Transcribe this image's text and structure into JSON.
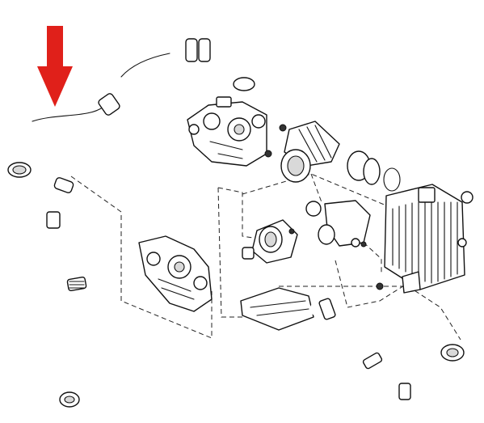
{
  "diagram": {
    "arrow_color": "#e0201a",
    "line_color": "#111111",
    "background": "#ffffff",
    "components": [
      "highlighted-upper-hose",
      "lower-left-hose",
      "egr-valve-assembly",
      "throttle-body",
      "flexible-coupling-pipe",
      "intercooler",
      "lower-right-intake-pipe",
      "left-bracket-housing"
    ]
  }
}
